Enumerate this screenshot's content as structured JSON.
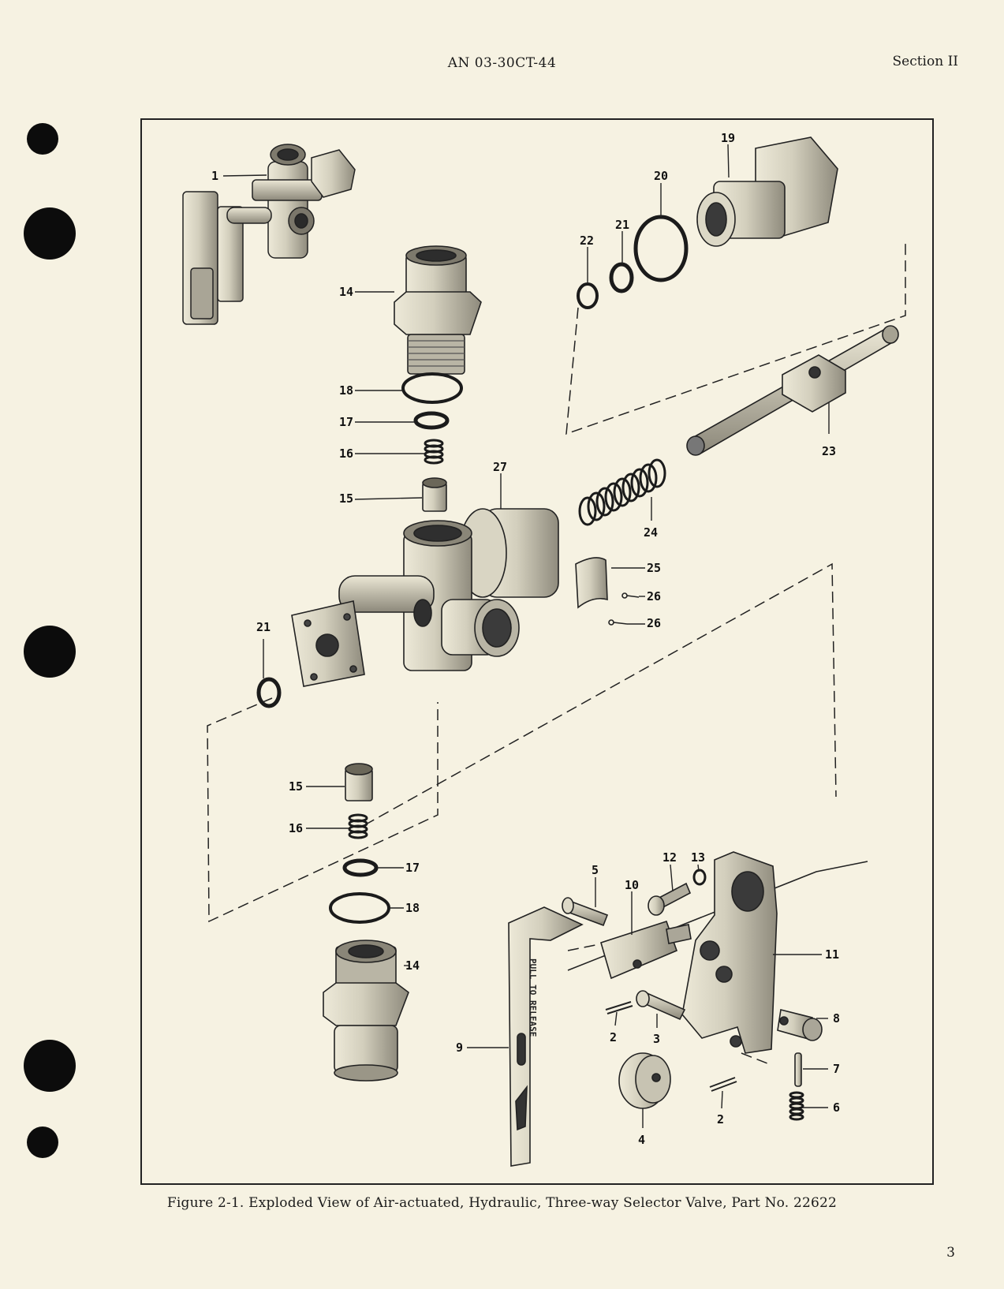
{
  "header": {
    "doc_number": "AN 03-30CT-44",
    "section": "Section II"
  },
  "figure": {
    "caption": "Figure 2-1. Exploded View of Air-actuated, Hydraulic, Three-way Selector Valve, Part No. 22622",
    "callouts": {
      "c1": "1",
      "c19": "19",
      "c20": "20",
      "c21a": "21",
      "c22": "22",
      "c14a": "14",
      "c18a": "18",
      "c17a": "17",
      "c16a": "16",
      "c15a": "15",
      "c27": "27",
      "c23": "23",
      "c24": "24",
      "c25": "25",
      "c26a": "26",
      "c26b": "26",
      "c21b": "21",
      "c15b": "15",
      "c16b": "16",
      "c17b": "17",
      "c18b": "18",
      "c14b": "14",
      "c5": "5",
      "c10": "10",
      "c12": "12",
      "c13": "13",
      "c11": "11",
      "c8": "8",
      "c9": "9",
      "c2a": "2",
      "c3": "3",
      "c7": "7",
      "c6": "6",
      "c2b": "2",
      "c4": "4"
    },
    "lever_text": "PULL TO RELEASE"
  },
  "page_number": "3"
}
